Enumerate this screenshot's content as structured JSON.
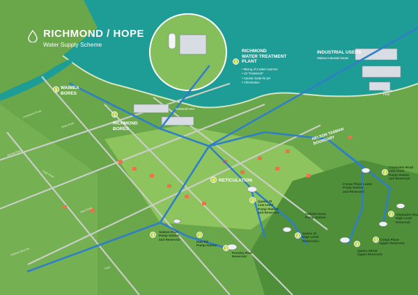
{
  "title": "RICHMOND / HOPE",
  "subtitle": "Water Supply Scheme",
  "colors": {
    "sea": "#1e9c96",
    "land": "#6aa64a",
    "pipe": "#2f7fc8",
    "badge": "#b4d232",
    "road": "#c9cfc6"
  },
  "icons": [
    "water-drop-icon"
  ],
  "labels": {
    "waimea_bores": "WAIMEA\nBORES",
    "richmond_bores": "RICHMOND\nBORES",
    "treatment_plant": "RICHMOND\nWATER TREATMENT\nPLANT",
    "industrial_users": "INDUSTRIAL USERS",
    "industrial_estate": "Wakatu Industrial Estate",
    "reticulation": "RETICULATION",
    "nelson_tasman_boundary": "NELSON TASMAN\nBOUNDARY",
    "industrial_area": "Industrial Area",
    "saxton_field": "Saxton\nField",
    "champion_low": "Champion Road\nLow Level\nPump Station\nand Reservoir",
    "champion_high": "Champion Road\nHigh Level\nReservoir",
    "crespi_lower": "Crespi Place Lower\nPump Station\nand Reservoir",
    "crespi_upper": "Crespi Place\nUpper Reservoir",
    "valhalla": "Valhalla Drive\nPump Station",
    "queen_low": "Queen St\nLow Level\nPump Station\nand Reservoir",
    "queen_high": "Queen St\nHigh Level\nReservoirs",
    "queen_upper": "Queen Street\nUpper Reservoir",
    "paraday": "Paraday Rise\nReservoir",
    "hart_rd": "Hart Rd\nPump Station",
    "sabine": "Sabine Drive\nPump Station\nand Reservoir"
  },
  "plant_steps": [
    "Mixing of 2 water sources",
    "UV Treatment*",
    "Caustic Soda for pH",
    "Chlorination"
  ],
  "badges": {
    "waimea": "1",
    "richmond": "1",
    "plant": "2",
    "reticulation": "4",
    "queen_low": "3",
    "queen_high": "3",
    "queen_upper": "3",
    "champion_low": "3",
    "champion_high": "3",
    "crespi_upper": "3",
    "paraday": "3",
    "hart": "3",
    "sabine": "3"
  },
  "roads": {
    "lansdowne": "Lansdowne Road",
    "main_road": "Main Road",
    "hope": "Hope",
    "white_road": "White Road",
    "pugh_road": "Pugh Road",
    "barnett_road": "Barnett Road",
    "waimea_west": "Waimea West Rd"
  }
}
